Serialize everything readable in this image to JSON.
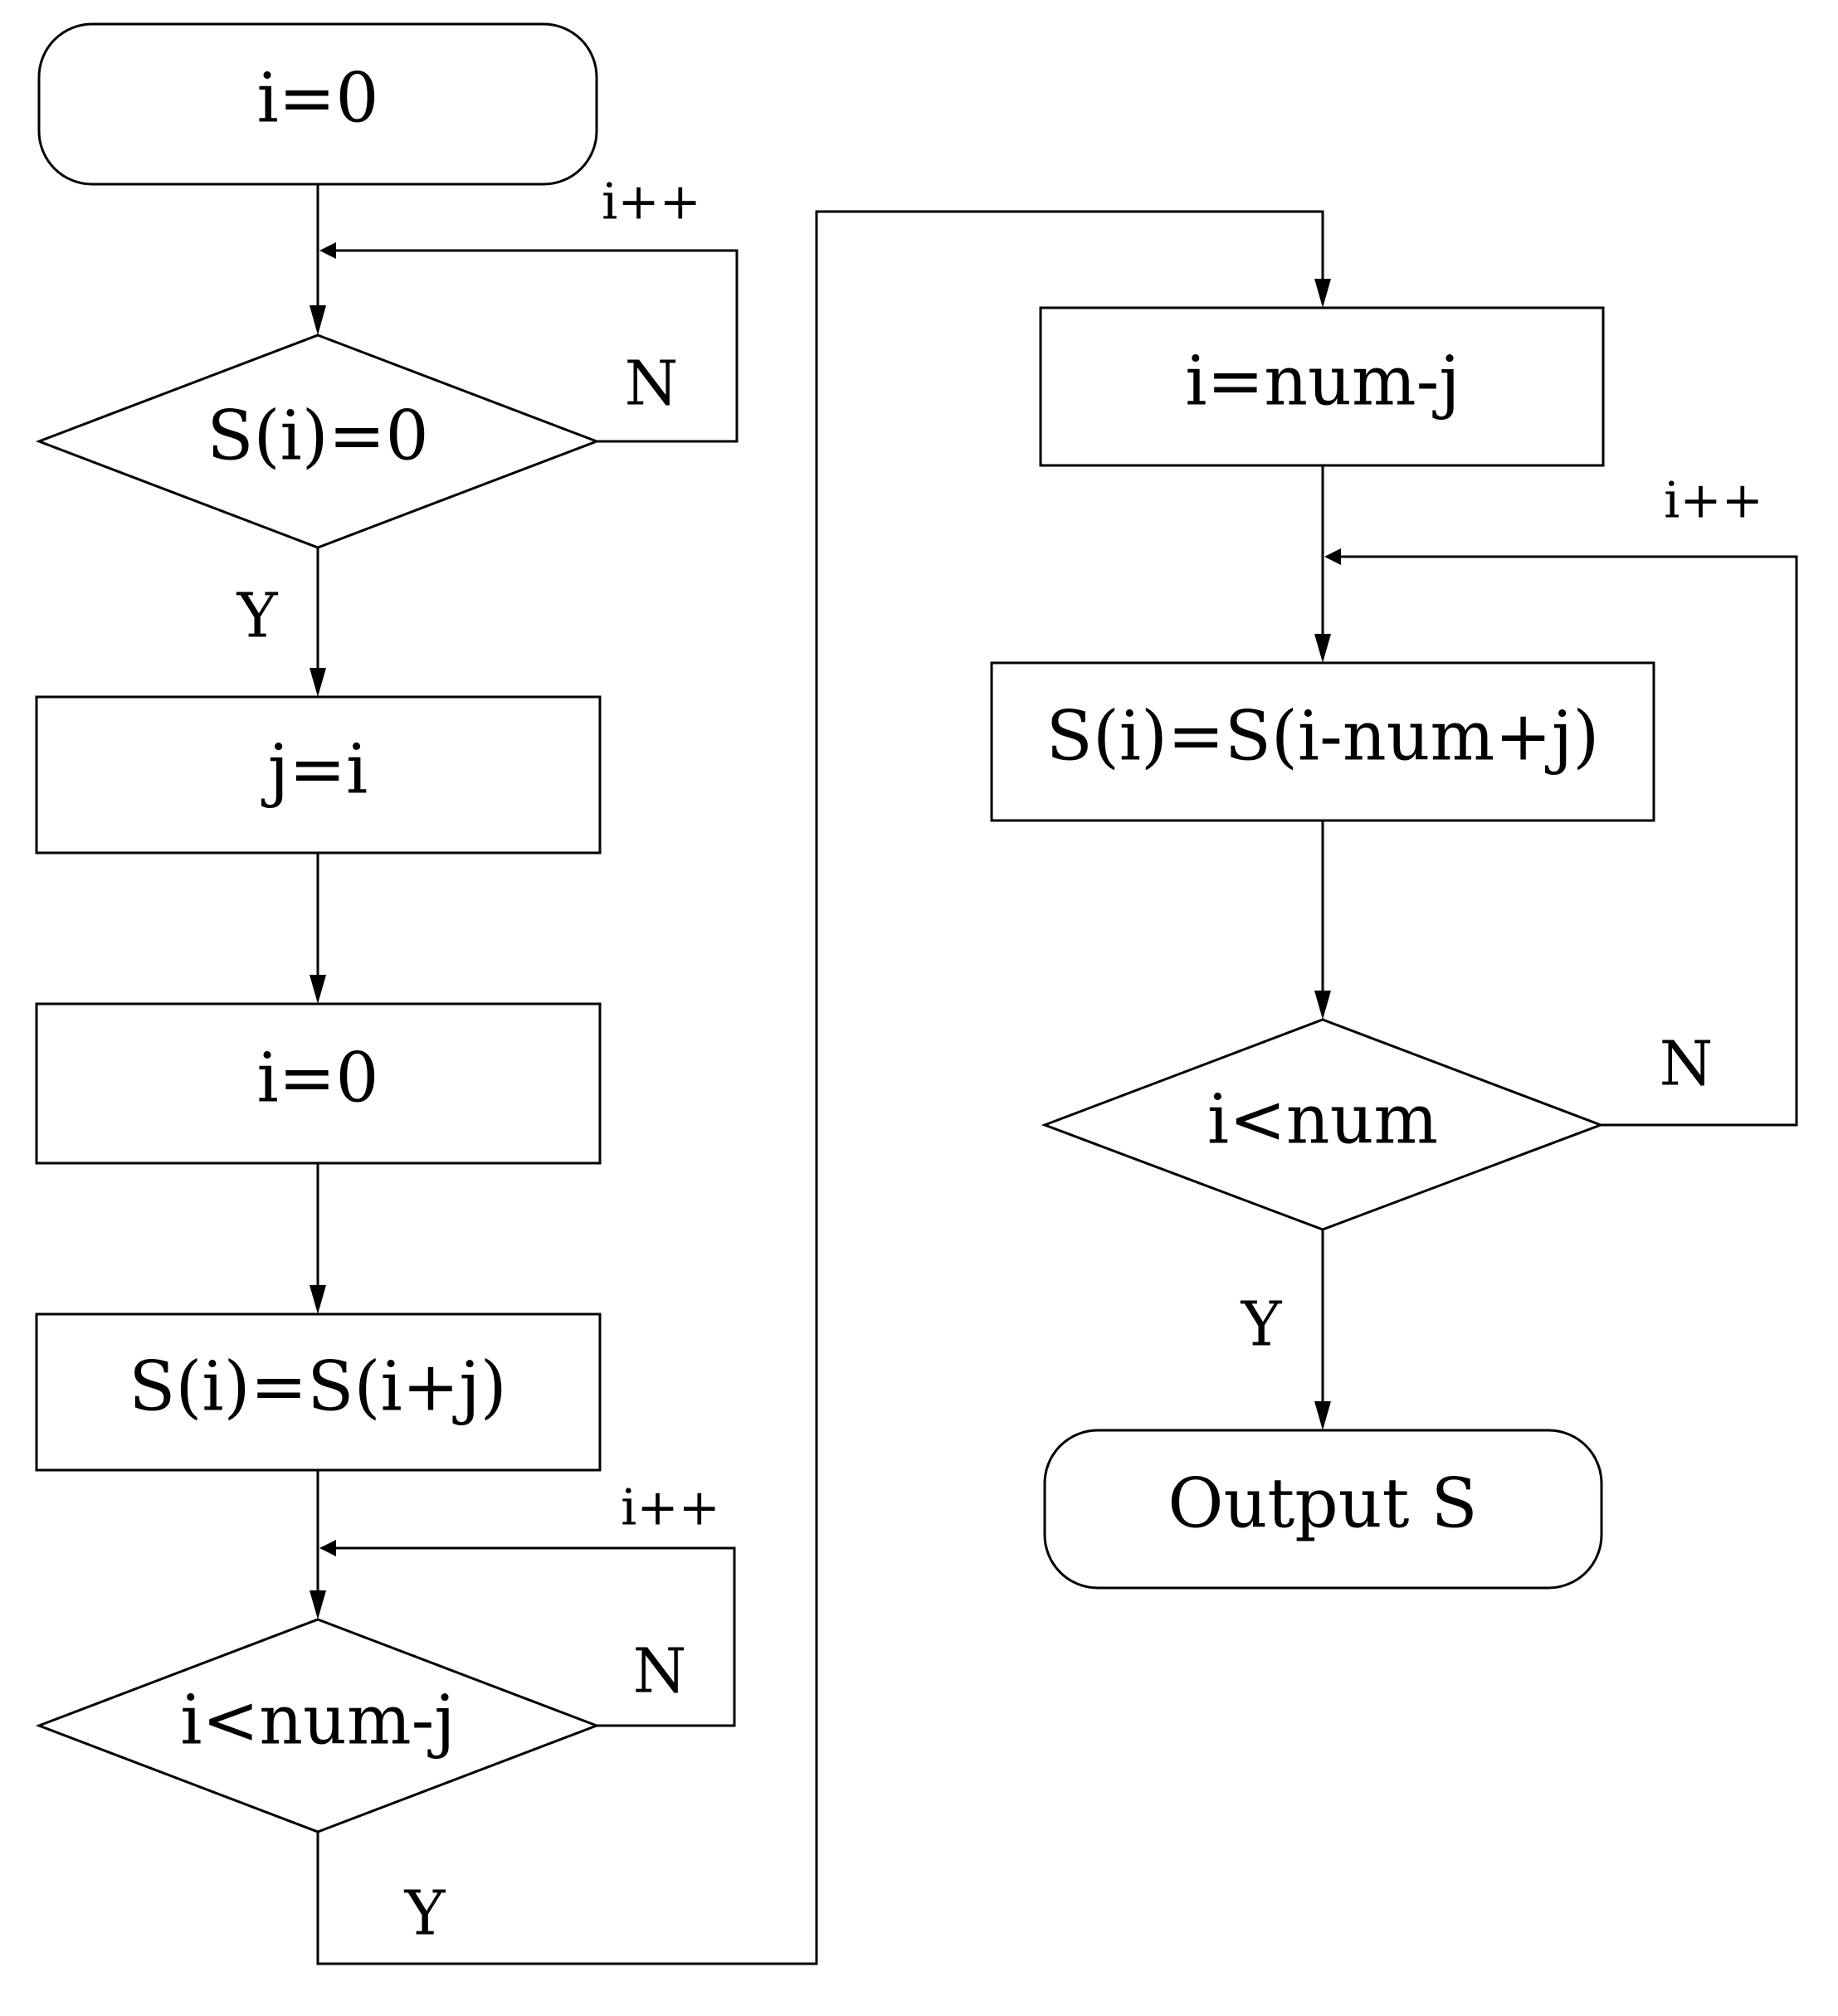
{
  "nodes": {
    "start": "i=0",
    "check_zero": "S(i)=0",
    "assign_j": "j=i",
    "reset_i": "i=0",
    "shift_left": "S(i)=S(i+j)",
    "check_num_j": "i<num-j",
    "set_i_num_j": "i=num-j",
    "fill_tail": "S(i)=S(i-num+j)",
    "check_num": "i<num",
    "output": "Output S"
  },
  "labels": {
    "yes": "Y",
    "no": "N",
    "increment": "i++"
  }
}
